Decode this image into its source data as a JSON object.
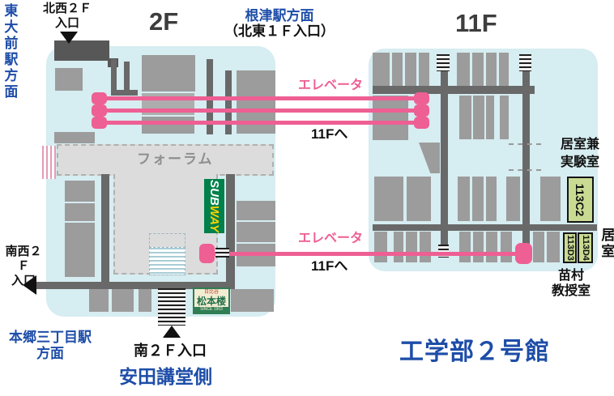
{
  "building": "工学部２号館",
  "floors": {
    "f2_title": "2F",
    "f11_title": "11F",
    "forum": "フォーラム"
  },
  "directions": {
    "todaimae": "東大前駅方面",
    "nezu": "根津駅方面",
    "nezu_sub": "（北東１Ｆ入口）",
    "hongo3": "本郷三丁目駅\n方面",
    "yasuda": "安田講堂側"
  },
  "entrances": {
    "northwest": "北西２Ｆ\n入口",
    "southwest": "南西２Ｆ\n入口",
    "south": "南２Ｆ入口"
  },
  "elevator": {
    "label_top": "エレベータ",
    "dest_top": "11Fへ",
    "label_bottom": "エレベータ",
    "dest_bottom": "11Fへ",
    "color": "#ee5f93"
  },
  "rooms_11f": {
    "lab_label": "居室兼\n実験室",
    "room_113c2": "113C2",
    "room_113d3": "113D3",
    "room_113d4": "113D4",
    "living_label": "居室",
    "professor_label": "苗村\n教授室"
  },
  "tenants": {
    "subway": {
      "sub": "SUB",
      "way": "WAY"
    },
    "matsumotoro": {
      "top": "日比谷",
      "name": "松本楼",
      "since": "SINCE 1903"
    }
  },
  "colors": {
    "accent_blue": "#1d4da8",
    "elevator_pink": "#ee5f93",
    "floor_fill": "#d6edf1",
    "room_gray": "#9c9c9c",
    "lab_room_green": "#c9db92"
  }
}
